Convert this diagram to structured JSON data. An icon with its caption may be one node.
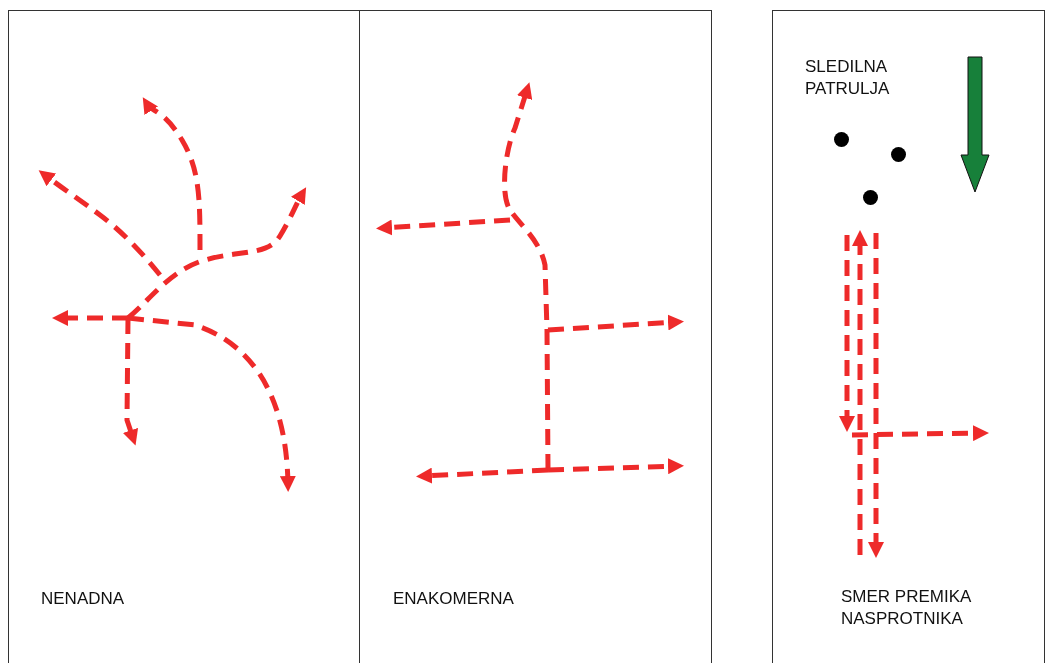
{
  "diagram": {
    "nodes": [
      {
        "text": [
          "NENADNA"
        ]
      },
      {
        "text": [
          "ENAKOMERNA"
        ]
      },
      {
        "text": [
          "SLEDILNA PATRULJA",
          "SMER PREMIKA NASPROTNIKA"
        ]
      },
      {
        "text": [],
        "shape": "circle",
        "in": 2
      },
      {
        "text": [],
        "shape": "circle",
        "in": 2
      },
      {
        "text": [],
        "shape": "circle",
        "in": 2
      }
    ]
  }
}
